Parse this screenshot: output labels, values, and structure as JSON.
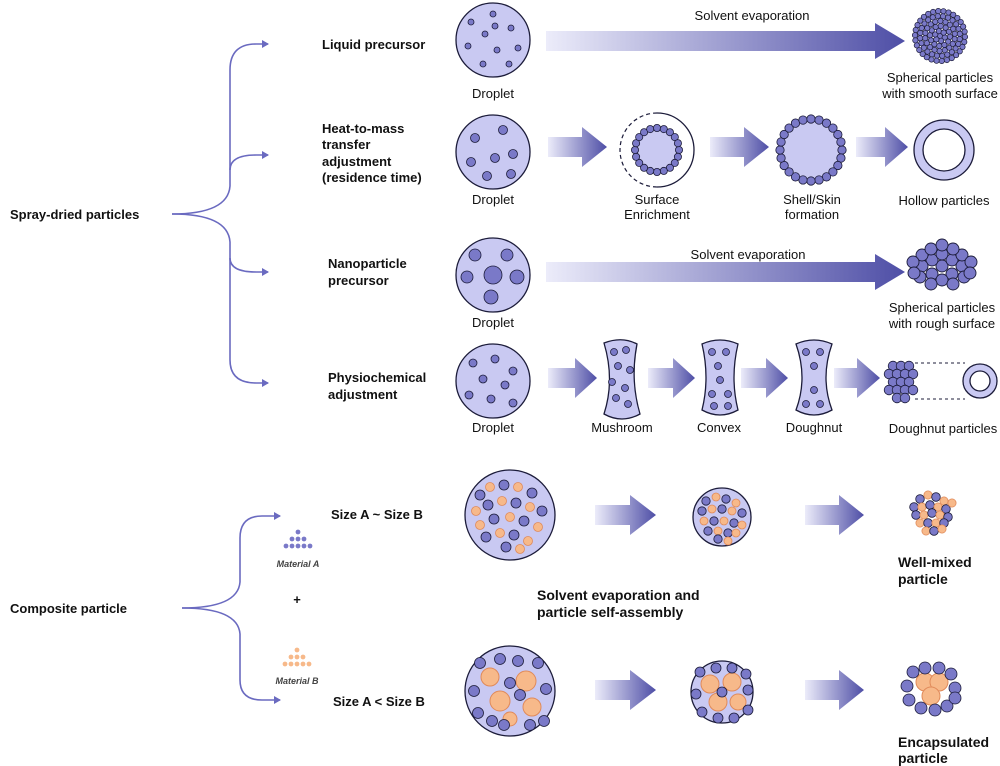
{
  "left": {
    "spray_dried": "Spray-dried particles",
    "composite": "Composite particle"
  },
  "rows": {
    "liquid": {
      "label": "Liquid precursor",
      "droplet": "Droplet",
      "process": "Solvent evaporation",
      "result": [
        "Spherical particles",
        "with smooth surface"
      ]
    },
    "heat": {
      "label": [
        "Heat-to-mass",
        "transfer",
        "adjustment",
        "(residence time)"
      ],
      "droplet": "Droplet",
      "step1": [
        "Surface",
        "Enrichment"
      ],
      "step2": [
        "Shell/Skin",
        "formation"
      ],
      "result": "Hollow particles"
    },
    "nano": {
      "label": [
        "Nanoparticle",
        "precursor"
      ],
      "droplet": "Droplet",
      "process": "Solvent evaporation",
      "result": [
        "Spherical particles",
        "with rough surface"
      ]
    },
    "physio": {
      "label": [
        "Physiochemical",
        "adjustment"
      ],
      "droplet": "Droplet",
      "step1": "Mushroom",
      "step2": "Convex",
      "step3": "Doughnut",
      "result": "Doughnut particles"
    }
  },
  "composite": {
    "material_a": "Material A",
    "plus": "+",
    "material_b": "Material B",
    "size_equal": "Size A ~ Size B",
    "size_less": "Size A < Size B",
    "process": [
      "Solvent evaporation and",
      "particle self-assembly"
    ],
    "result_mixed": [
      "Well-mixed",
      "particle"
    ],
    "result_encapsulated": [
      "Encapsulated",
      "particle"
    ]
  },
  "colors": {
    "fill": "#c9c9f2",
    "outline": "#1c1c3a",
    "small_particle": "#7a79c8",
    "material_b": "#f7b98a",
    "material_b_outline": "#e08a5a",
    "bracket": "#6a6ac0",
    "arrow_light": "#e6e6f8",
    "arrow_dark": "#4e4ea6"
  }
}
